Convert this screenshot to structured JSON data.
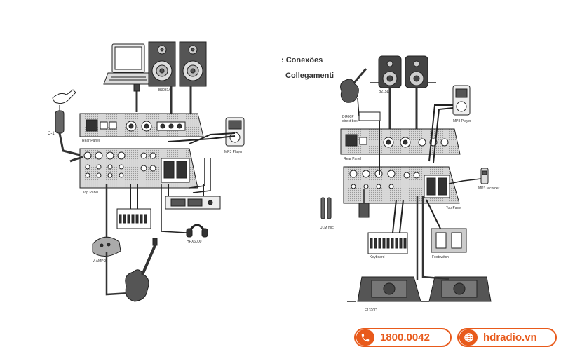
{
  "captions": {
    "conexoes": ": Conexões",
    "collegamenti": "Collegamenti"
  },
  "left": {
    "monitors": "B3031A",
    "rear_panel": "Rear Panel",
    "top_panel": "Top Panel",
    "mp3": "MP3 Player",
    "mic": "C-1",
    "headphones": "HPX6000",
    "vamp": "V-AMP 3"
  },
  "right": {
    "speakers": "B215D",
    "di_line1": "DI400P",
    "di_line2": "direct box",
    "rear_panel": "Rear Panel",
    "mp3": "MP3 Player",
    "recorder": "MP3 recorder",
    "top_panel": "Top Panel",
    "mic": "ULM mic",
    "keyboard": "Keyboard",
    "footswitch": "Footswitch",
    "monitors": "F1320D"
  },
  "contact": {
    "phone": "1800.0042",
    "site": "hdradio.vn",
    "accent": "#e85a1b"
  }
}
